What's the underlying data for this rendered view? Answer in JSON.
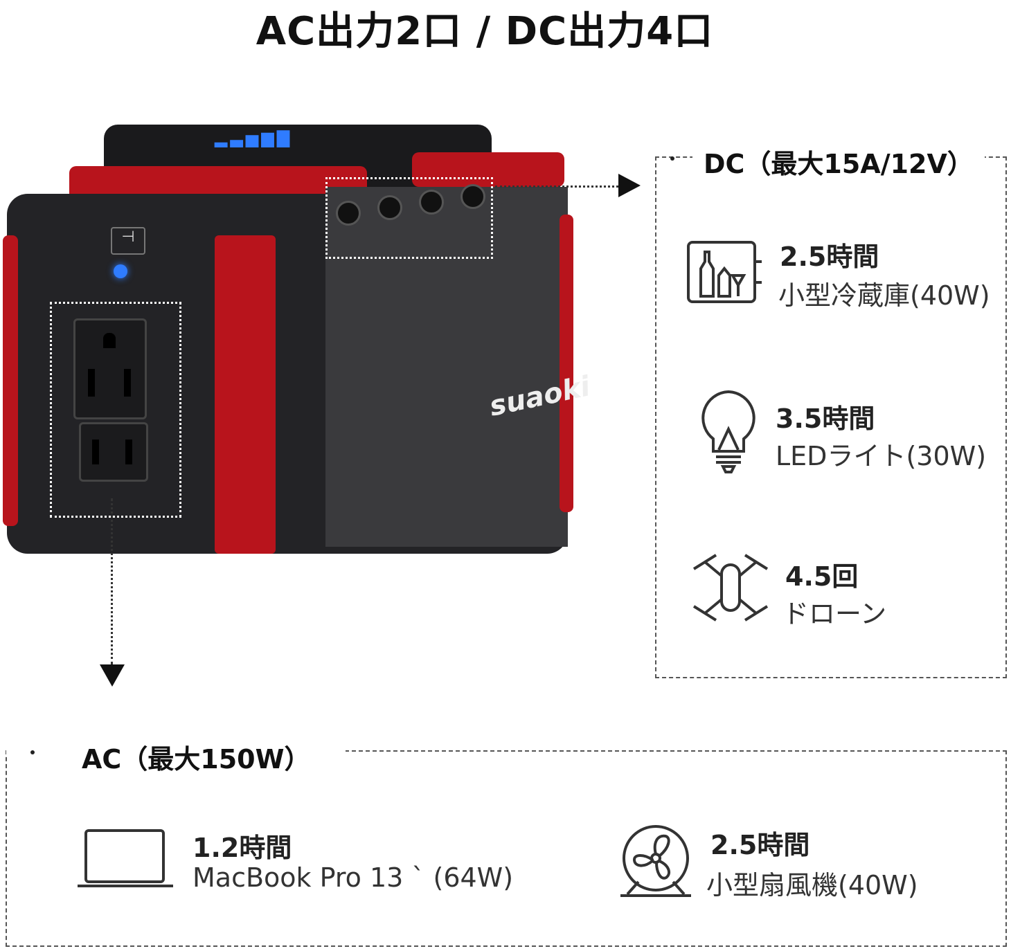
{
  "title": "AC出力2口 / DC出力4口",
  "device": {
    "brand_logo": "suaoki"
  },
  "dc_section": {
    "title": "DC（最大15A/12V）",
    "items": [
      {
        "icon": "mini-fridge-icon",
        "value": "2.5時間",
        "label": "小型冷蔵庫(40W)"
      },
      {
        "icon": "light-bulb-icon",
        "value": "3.5時間",
        "label": "LEDライト(30W)"
      },
      {
        "icon": "drone-icon",
        "value": "4.5回",
        "label": "ドローン"
      }
    ]
  },
  "ac_section": {
    "title": "AC（最大150W）",
    "items": [
      {
        "icon": "laptop-icon",
        "value": "1.2時間",
        "label": "MacBook Pro 13 ˋ (64W)"
      },
      {
        "icon": "fan-icon",
        "value": "2.5時間",
        "label": "小型扇風機(40W)"
      }
    ]
  },
  "colors": {
    "device_red": "#b8141c",
    "device_body": "#2b2b2e",
    "led_blue": "#2f7cff"
  }
}
